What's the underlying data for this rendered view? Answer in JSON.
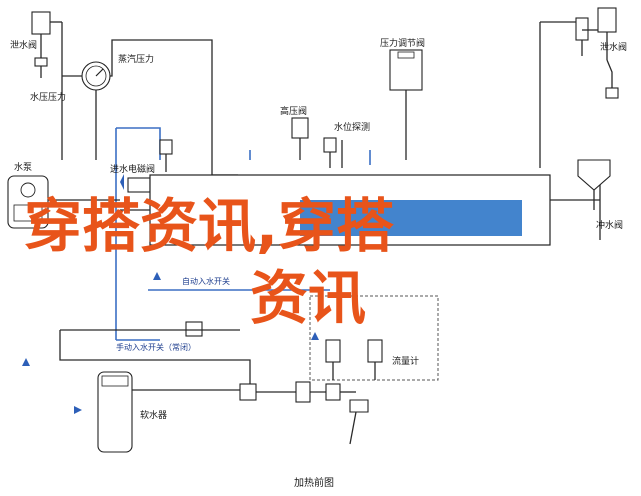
{
  "labels": {
    "top_left_valve": "泄水阀",
    "steam_pressure": "蒸汽压力",
    "water_pressure": "水压压力",
    "high_pressure_valve": "高压阀",
    "water_level_probe": "水位探测",
    "pressure_control_valve": "压力调节阀",
    "drain_valve_right": "泄水阀",
    "water_pump": "水泵",
    "inlet_solenoid": "进水电磁阀",
    "cold_water_valve": "冲水阀",
    "auto_switch": "自动入水开关",
    "manual_switch": "手动入水开关（常闭）",
    "flow_meter": "流量计",
    "softener": "软水器",
    "title": "加热前图"
  },
  "watermark": {
    "line1": "穿搭资讯,穿搭",
    "line2": "资讯"
  },
  "colors": {
    "watermark": "#e8541a",
    "pipe_blue": "#3b6fc4",
    "tank_fill": "#2f77c8"
  }
}
